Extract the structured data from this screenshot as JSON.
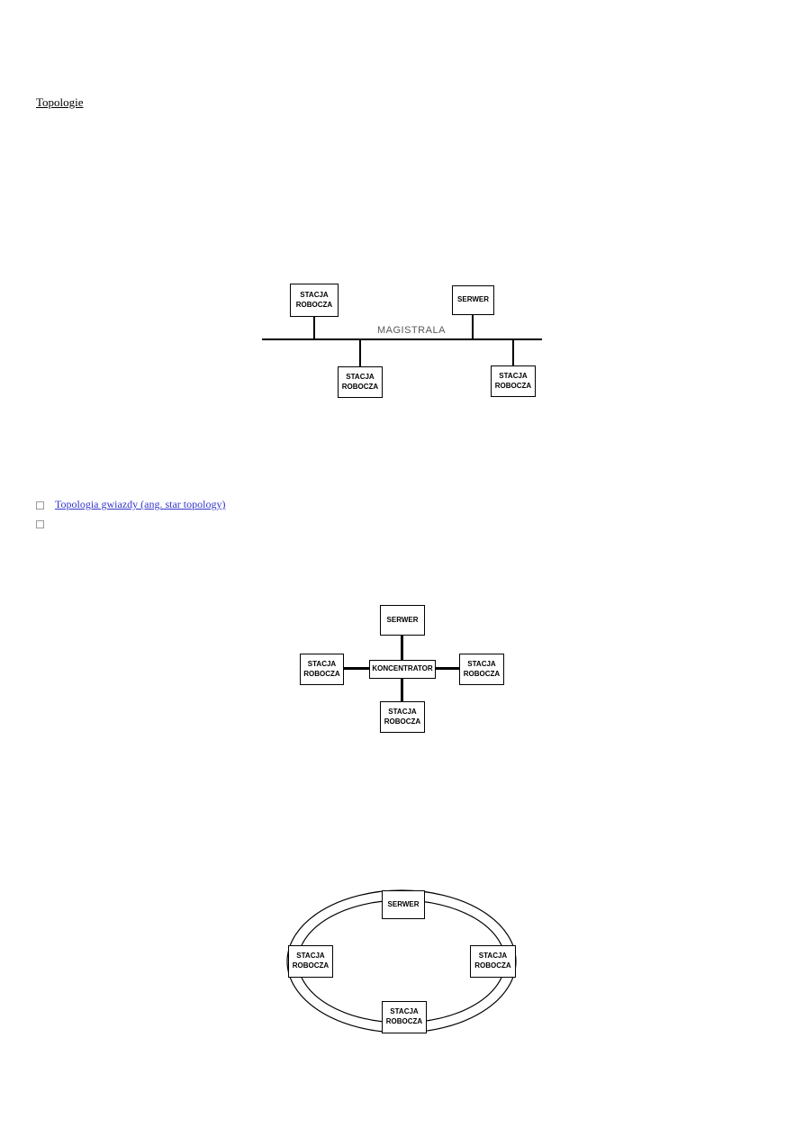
{
  "document": {
    "heading": "Topologie",
    "bullet_list": {
      "item1_link_text": "Topologia gwiazdy (ang. star topology)",
      "item2_text": ""
    }
  },
  "diagram_bus": {
    "bus_label": "MAGISTRALA",
    "nodes": {
      "top_left": "STACJA ROBOCZA",
      "top_right": "SERWER",
      "bottom_left": "STACJA ROBOCZA",
      "bottom_right": "STACJA ROBOCZA"
    }
  },
  "diagram_star": {
    "top": "SERWER",
    "center": "KONCENTRATOR",
    "left": "STACJA ROBOCZA",
    "right": "STACJA ROBOCZA",
    "bottom": "STACJA ROBOCZA"
  },
  "diagram_ring": {
    "top": "SERWER",
    "left": "STACJA ROBOCZA",
    "right": "STACJA ROBOCZA",
    "bottom": "STACJA ROBOCZA"
  },
  "colors": {
    "link": "#3333cc",
    "line": "#000000",
    "bus_label": "#595959"
  }
}
